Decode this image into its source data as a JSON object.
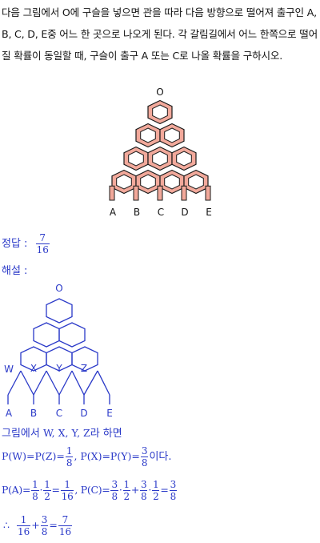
{
  "problem": {
    "text": "다음 그림에서 O에 구슬을 넣으면 관을 따라 다음 방향으로 떨어져 출구인 A, B, C, D, E중 어느 한 곳으로 나오게 된다. 각 갈림길에서 어느 한쪽으로 떨어질 확률이 동일할 때, 구슬이 출구 A 또는 C로 나올 확률을 구하시오."
  },
  "figure1": {
    "top_label": "O",
    "outlets": [
      "A",
      "B",
      "C",
      "D",
      "E"
    ],
    "fill_color": "#f2a99b",
    "stroke_color": "#1a1a1a"
  },
  "answer": {
    "label": "정답 :",
    "num": "7",
    "den": "16"
  },
  "solution": {
    "label": "해설 :",
    "figure2": {
      "top_label": "O",
      "inner_labels": [
        "X",
        "Y",
        "Z"
      ],
      "left_label": "W",
      "outlets": [
        "A",
        "B",
        "C",
        "D",
        "E"
      ],
      "line_color": "#2a39c8"
    },
    "line1": {
      "prefix": "그림에서",
      "vars": "W, X, Y, Z",
      "suffix": "라 하면"
    },
    "line2": {
      "a": "P(W)=P(Z)=",
      "f1": [
        "1",
        "8"
      ],
      "b": ", P(X)=P(Y)=",
      "f2": [
        "3",
        "8"
      ],
      "c": "이다."
    },
    "line3": {
      "a": "P(A)=",
      "f1": [
        "1",
        "8"
      ],
      "dot1": "·",
      "f2": [
        "1",
        "2"
      ],
      "eq1": "=",
      "f3": [
        "1",
        "16"
      ],
      "b": ", P(C)=",
      "f4": [
        "3",
        "8"
      ],
      "dot2": "·",
      "f5": [
        "1",
        "2"
      ],
      "plus": "+",
      "f6": [
        "3",
        "8"
      ],
      "dot3": "·",
      "f7": [
        "1",
        "2"
      ],
      "eq2": "=",
      "f8": [
        "3",
        "8"
      ]
    },
    "line4": {
      "therefore": "∴",
      "f1": [
        "1",
        "16"
      ],
      "plus": "+",
      "f2": [
        "3",
        "8"
      ],
      "eq": "=",
      "f3": [
        "7",
        "16"
      ]
    }
  }
}
